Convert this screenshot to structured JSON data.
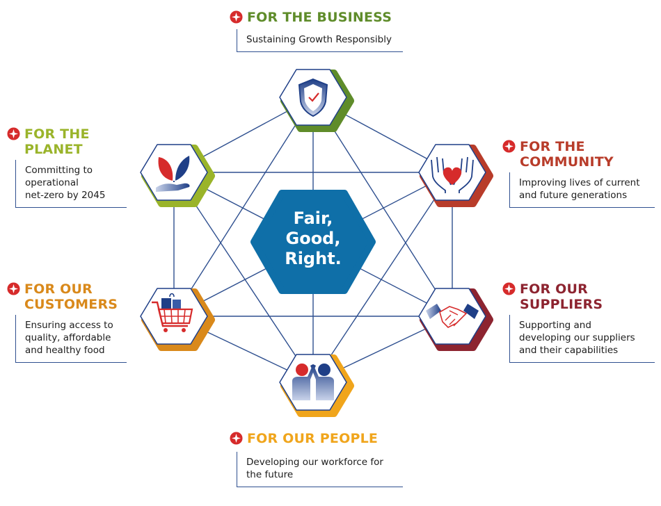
{
  "center": {
    "text": "Fair,\nGood,\nRight."
  },
  "colors": {
    "navy": "#1f3f87",
    "line": "#2e4f8f",
    "center_fill": "#0f6fa8",
    "red": "#d62b2b",
    "green": "#5f8c2a",
    "lime": "#9ab42a",
    "maroon": "#8d2430",
    "orange": "#d9891b",
    "amber": "#f0a51c",
    "brick": "#b83c2a"
  },
  "pillars": [
    {
      "id": "business",
      "title": "FOR THE BUSINESS",
      "desc": "Sustaining Growth Responsibly",
      "color": "#5f8c2a",
      "icon": "shield-check-icon"
    },
    {
      "id": "planet",
      "title": "FOR THE\nPLANET",
      "desc": "Committing to\noperational\nnet-zero by 2045",
      "color": "#9ab42a",
      "icon": "plant-hand-icon"
    },
    {
      "id": "community",
      "title": "FOR THE\nCOMMUNITY",
      "desc": "Improving lives of current\nand future generations",
      "color": "#b83c2a",
      "icon": "hands-heart-icon"
    },
    {
      "id": "customers",
      "title": "FOR OUR\nCUSTOMERS",
      "desc": "Ensuring access to\nquality, affordable\nand healthy food",
      "color": "#d9891b",
      "icon": "shopping-cart-icon"
    },
    {
      "id": "suppliers",
      "title": "FOR OUR\nSUPPLIERS",
      "desc": "Supporting and\ndeveloping our suppliers\nand their capabilities",
      "color": "#8d2430",
      "icon": "handshake-icon"
    },
    {
      "id": "people",
      "title": "FOR OUR PEOPLE",
      "desc": "Developing our workforce for\nthe future",
      "color": "#f0a51c",
      "icon": "people-high-five-icon"
    }
  ]
}
